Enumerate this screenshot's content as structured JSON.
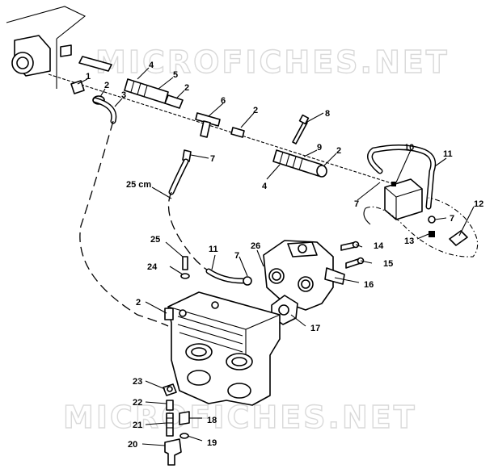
{
  "watermark": "MICROFICHES.NET",
  "callouts": [
    {
      "id": "c1",
      "text": "1"
    },
    {
      "id": "c2a",
      "text": "2"
    },
    {
      "id": "c3",
      "text": "3"
    },
    {
      "id": "c4a",
      "text": "4"
    },
    {
      "id": "c5",
      "text": "5"
    },
    {
      "id": "c2b",
      "text": "2"
    },
    {
      "id": "c6",
      "text": "6"
    },
    {
      "id": "c2c",
      "text": "2"
    },
    {
      "id": "c8",
      "text": "8"
    },
    {
      "id": "c9",
      "text": "9"
    },
    {
      "id": "c2d",
      "text": "2"
    },
    {
      "id": "c4b",
      "text": "4"
    },
    {
      "id": "c7a",
      "text": "7"
    },
    {
      "id": "c10",
      "text": "10"
    },
    {
      "id": "c11a",
      "text": "11"
    },
    {
      "id": "c12",
      "text": "12"
    },
    {
      "id": "c7b",
      "text": "7"
    },
    {
      "id": "c7c",
      "text": "7"
    },
    {
      "id": "c13",
      "text": "13"
    },
    {
      "id": "c25cm",
      "text": "25 cm"
    },
    {
      "id": "c25",
      "text": "25"
    },
    {
      "id": "c11b",
      "text": "11"
    },
    {
      "id": "c7d",
      "text": "7"
    },
    {
      "id": "c26",
      "text": "26"
    },
    {
      "id": "c14",
      "text": "14"
    },
    {
      "id": "c15",
      "text": "15"
    },
    {
      "id": "c24",
      "text": "24"
    },
    {
      "id": "c16",
      "text": "16"
    },
    {
      "id": "c2e",
      "text": "2"
    },
    {
      "id": "c17",
      "text": "17"
    },
    {
      "id": "c23",
      "text": "23"
    },
    {
      "id": "c22",
      "text": "22"
    },
    {
      "id": "c18",
      "text": "18"
    },
    {
      "id": "c21",
      "text": "21"
    },
    {
      "id": "c19",
      "text": "19"
    },
    {
      "id": "c20",
      "text": "20"
    }
  ]
}
